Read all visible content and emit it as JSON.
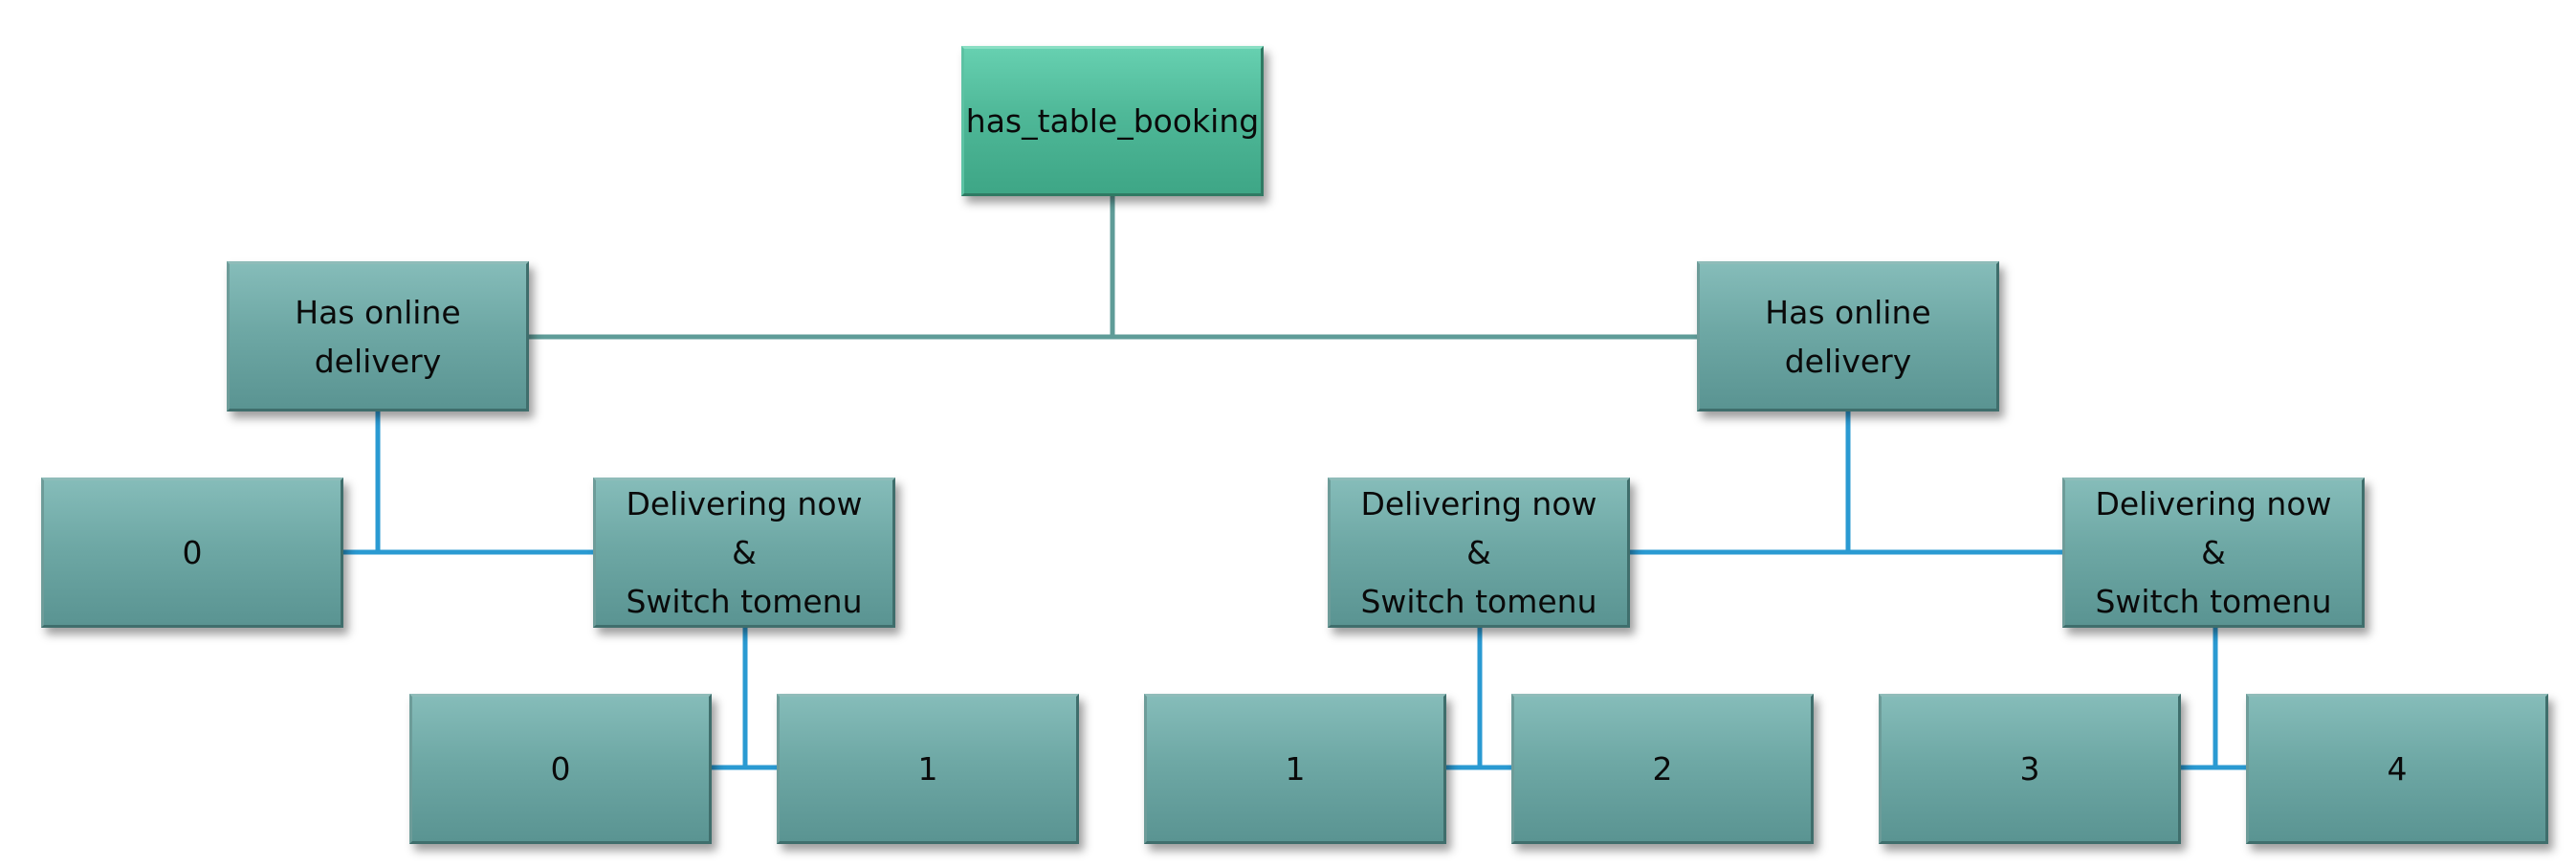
{
  "diagram": {
    "root": {
      "label": "has_table_booking",
      "color": "#4fb898"
    },
    "level1": [
      {
        "label": "Has online delivery"
      },
      {
        "label": "Has online delivery"
      }
    ],
    "level2": [
      {
        "lines": [
          "0"
        ]
      },
      {
        "lines": [
          "Delivering now",
          "&",
          "Switch tomenu"
        ]
      },
      {
        "lines": [
          "Delivering now",
          "&",
          "Switch tomenu"
        ]
      },
      {
        "lines": [
          "Delivering now",
          "&",
          "Switch tomenu"
        ]
      }
    ],
    "leaves": [
      {
        "label": "0"
      },
      {
        "label": "1"
      },
      {
        "label": "1"
      },
      {
        "label": "2"
      },
      {
        "label": "3"
      },
      {
        "label": "4"
      }
    ],
    "colors": {
      "node": "#6ea8a5",
      "root": "#4fb898",
      "connector_top": "#5f9c98",
      "connector_lower": "#2a9ad2"
    }
  }
}
